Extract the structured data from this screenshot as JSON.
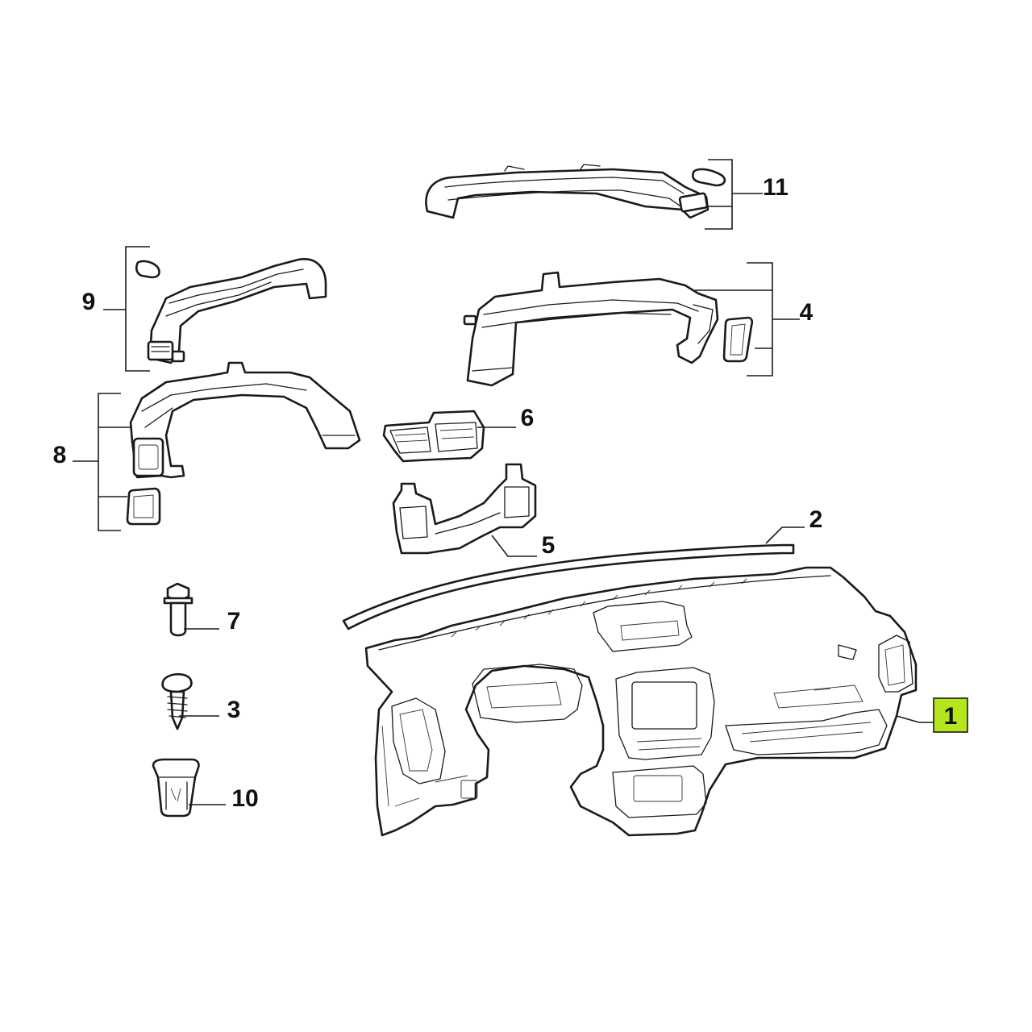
{
  "callouts": [
    {
      "id": "1",
      "text": "1",
      "highlight": true
    },
    {
      "id": "2",
      "text": "2"
    },
    {
      "id": "3",
      "text": "3"
    },
    {
      "id": "4",
      "text": "4"
    },
    {
      "id": "5",
      "text": "5"
    },
    {
      "id": "6",
      "text": "6"
    },
    {
      "id": "7",
      "text": "7"
    },
    {
      "id": "8",
      "text": "8"
    },
    {
      "id": "9",
      "text": "9"
    },
    {
      "id": "10",
      "text": "10"
    },
    {
      "id": "11",
      "text": "11"
    }
  ],
  "colors": {
    "highlight": "#b5e61d",
    "line": "#1a1a1a",
    "background": "#ffffff"
  }
}
